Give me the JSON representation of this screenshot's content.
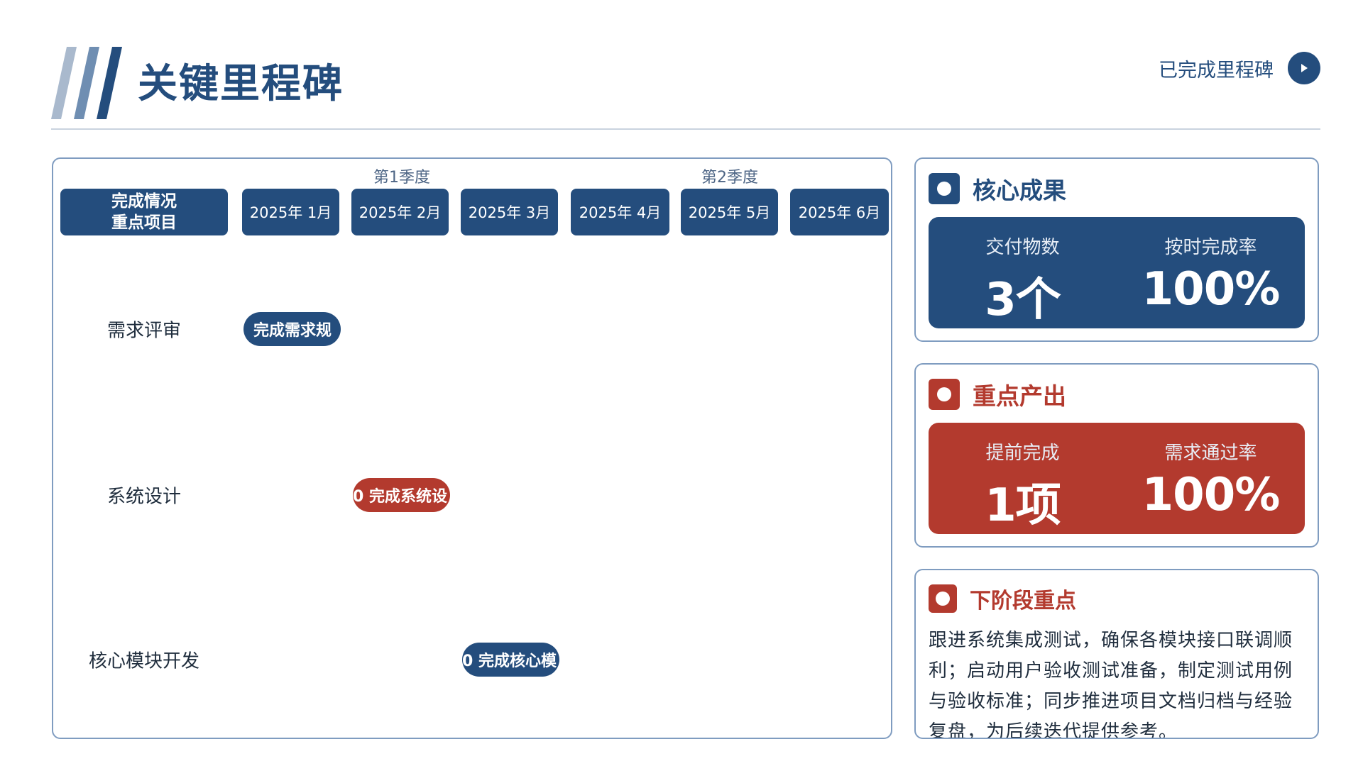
{
  "header": {
    "title": "关键里程碑",
    "completed_link": "已完成里程碑",
    "stripe_colors": [
      "#a9b9cd",
      "#6f8eb2",
      "#244d7d"
    ]
  },
  "gantt": {
    "quarters": [
      "第1季度",
      "第2季度"
    ],
    "first_column_lines": [
      "完成情况",
      "重点项目"
    ],
    "months": [
      "2025年 1月",
      "2025年 2月",
      "2025年 3月",
      "2025年 4月",
      "2025年 5月",
      "2025年 6月"
    ],
    "rows": [
      {
        "label": "需求评审",
        "task": "完成需求规",
        "color": "blue",
        "month_index": 0
      },
      {
        "label": "系统设计",
        "task": "0  完成系统设",
        "color": "red",
        "month_index": 1
      },
      {
        "label": "核心模块开发",
        "task": "0  完成核心模",
        "color": "blue",
        "month_index": 2
      }
    ]
  },
  "core_results": {
    "title": "核心成果",
    "stats": [
      {
        "label": "交付物数",
        "value": "3个"
      },
      {
        "label": "按时完成率",
        "value": "100%"
      }
    ]
  },
  "key_outputs": {
    "title": "重点产出",
    "stats": [
      {
        "label": "提前完成",
        "value": "1项"
      },
      {
        "label": "需求通过率",
        "value": "100%"
      }
    ]
  },
  "next_stage": {
    "title": "下阶段重点",
    "text": "跟进系统集成测试，确保各模块接口联调顺利；启动用户验收测试准备，制定测试用例与验收标准；同步推进项目文档归档与经验复盘，为后续迭代提供参考。"
  },
  "colors": {
    "navy": "#244d7d",
    "red": "#b33a2e",
    "border": "#7f9cc0"
  }
}
